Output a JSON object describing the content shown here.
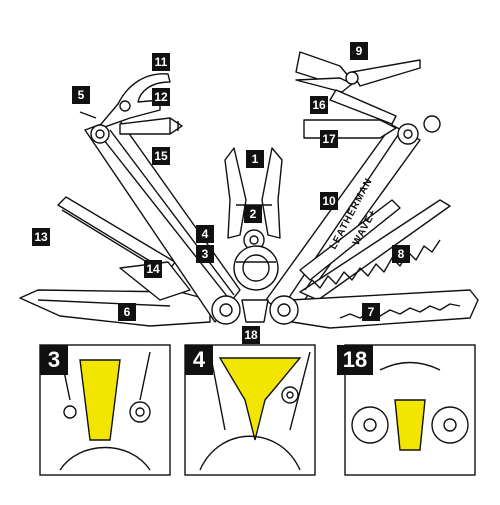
{
  "diagram": {
    "brand_text": "LEATHERMAN",
    "model_text": "WAVE+",
    "highlight_color": "#f2e600",
    "line_color": "#111111",
    "labels": [
      "1",
      "2",
      "3",
      "4",
      "5",
      "6",
      "7",
      "8",
      "9",
      "10",
      "11",
      "12",
      "13",
      "14",
      "15",
      "16",
      "17",
      "18"
    ],
    "insets": [
      {
        "label": "3"
      },
      {
        "label": "4"
      },
      {
        "label": "18"
      }
    ]
  }
}
